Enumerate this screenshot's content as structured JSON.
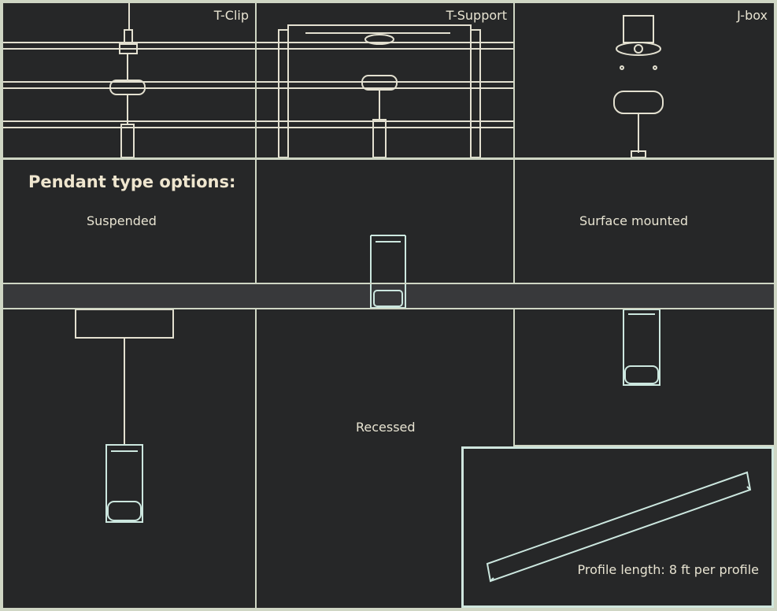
{
  "mounting": {
    "t_clip": "T-Clip",
    "t_support": "T-Support",
    "j_box": "J-box"
  },
  "pendant": {
    "title": "Pendant type options:",
    "suspended": "Suspended",
    "surface_mounted": "Surface mounted",
    "recessed": "Recessed"
  },
  "profile": {
    "length_label": "Profile length: 8 ft per profile"
  },
  "colors": {
    "panel_bg": "#262728",
    "line_color": "#e3e0d0",
    "accent_teal": "#cce7df",
    "border": "#cfd6c4"
  }
}
